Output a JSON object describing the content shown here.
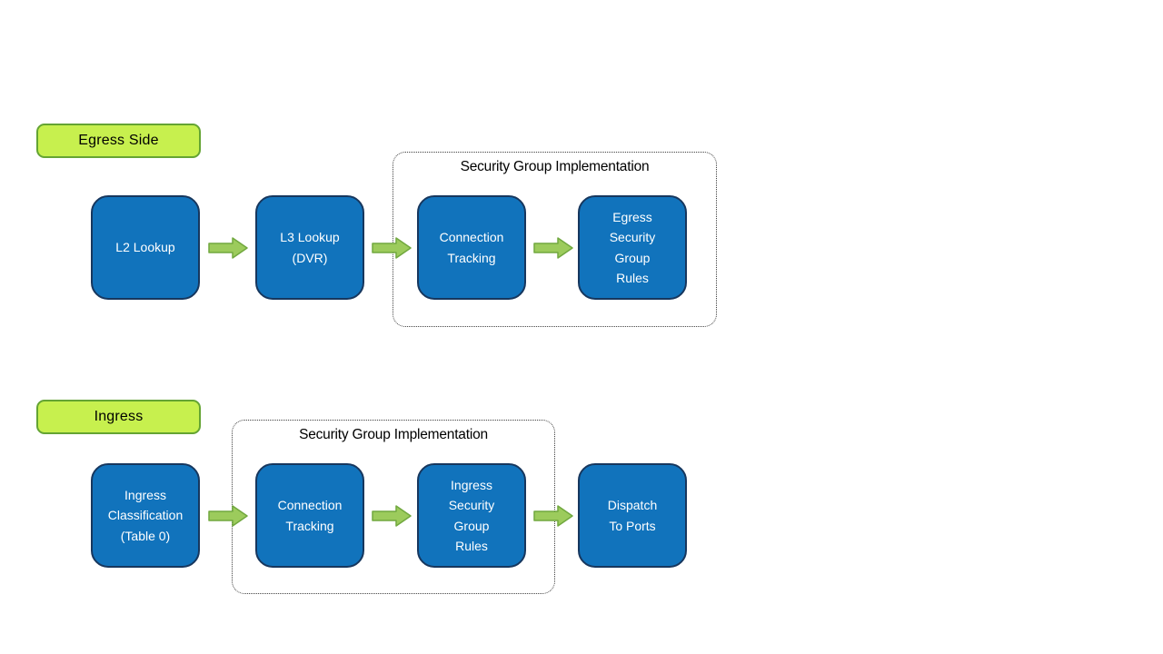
{
  "egress": {
    "label": "Egress Side",
    "container_title": "Security Group Implementation",
    "nodes": [
      {
        "label": "L2 Lookup"
      },
      {
        "label": "L3 Lookup\n(DVR)"
      },
      {
        "label": "Connection\nTracking"
      },
      {
        "label": "Egress\nSecurity\nGroup\nRules"
      }
    ]
  },
  "ingress": {
    "label": "Ingress",
    "container_title": "Security Group Implementation",
    "nodes": [
      {
        "label": "Ingress\nClassification\n(Table 0)"
      },
      {
        "label": "Connection\nTracking"
      },
      {
        "label": "Ingress\nSecurity\nGroup\nRules"
      },
      {
        "label": "Dispatch\nTo Ports"
      }
    ]
  },
  "icons": {
    "flow_arrow": "right-block-arrow"
  },
  "colors": {
    "node_fill": "#1173BC",
    "node_border": "#17375E",
    "node_text": "#FFFFFF",
    "label_fill": "#C7F04E",
    "label_border": "#64A433",
    "arrow_fill": "#9CCB5C",
    "arrow_border": "#71A83F",
    "container_border": "#404040"
  }
}
